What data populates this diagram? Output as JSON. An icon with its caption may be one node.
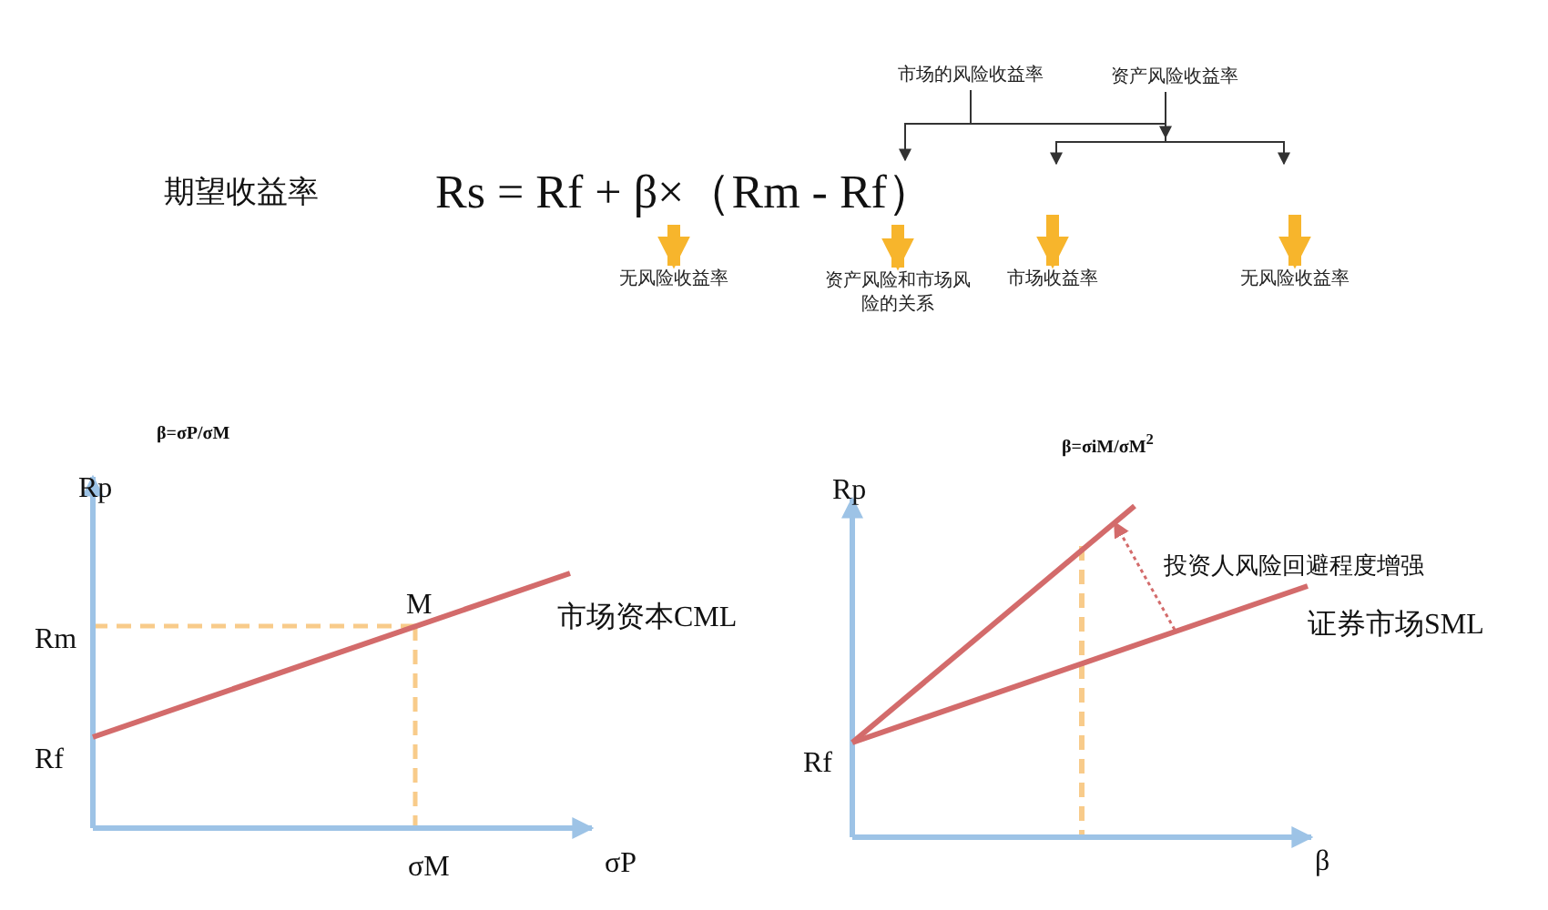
{
  "diagram": {
    "nodes": [
      {
        "text": [
          "市场的风险收益率"
        ]
      },
      {
        "text": [
          "资产风险收益率"
        ]
      },
      {
        "text": [
          "Rs = Rf + β×（Rm - Rf）"
        ]
      },
      {
        "text": [
          "无风险收益率"
        ]
      },
      {
        "text": [
          "资产风险和市场风险的关系"
        ]
      },
      {
        "text": [
          "市场收益率"
        ]
      },
      {
        "text": [
          "无风险收益率"
        ]
      }
    ],
    "edges": [
      {
        "from": 0,
        "to": 2,
        "arrow": "to"
      },
      {
        "from": 0,
        "to": 1,
        "arrow": "to"
      },
      {
        "from": 1,
        "to": null,
        "arrow": "to"
      },
      {
        "from": 1,
        "to": null,
        "arrow": "to"
      },
      {
        "from": 2,
        "to": 3,
        "arrow": "to",
        "style": "thick",
        "color": "#f7b52c"
      },
      {
        "from": 2,
        "to": 4,
        "arrow": "to",
        "style": "thick",
        "color": "#f7b52c"
      },
      {
        "from": null,
        "to": 5,
        "arrow": "to",
        "style": "thick",
        "color": "#f7b52c"
      },
      {
        "from": null,
        "to": 6,
        "arrow": "to",
        "style": "thick",
        "color": "#f7b52c"
      }
    ],
    "labels": [
      "期望收益率",
      "β=σP/σM",
      "Rp",
      "M",
      "市场资本CML",
      "Rm",
      "Rf",
      "σM",
      "σP",
      "β=σiM/σM$^{2}$",
      "Rp",
      "投资人风险回避程度增强",
      "证券市场SML",
      "Rf",
      "β"
    ]
  }
}
